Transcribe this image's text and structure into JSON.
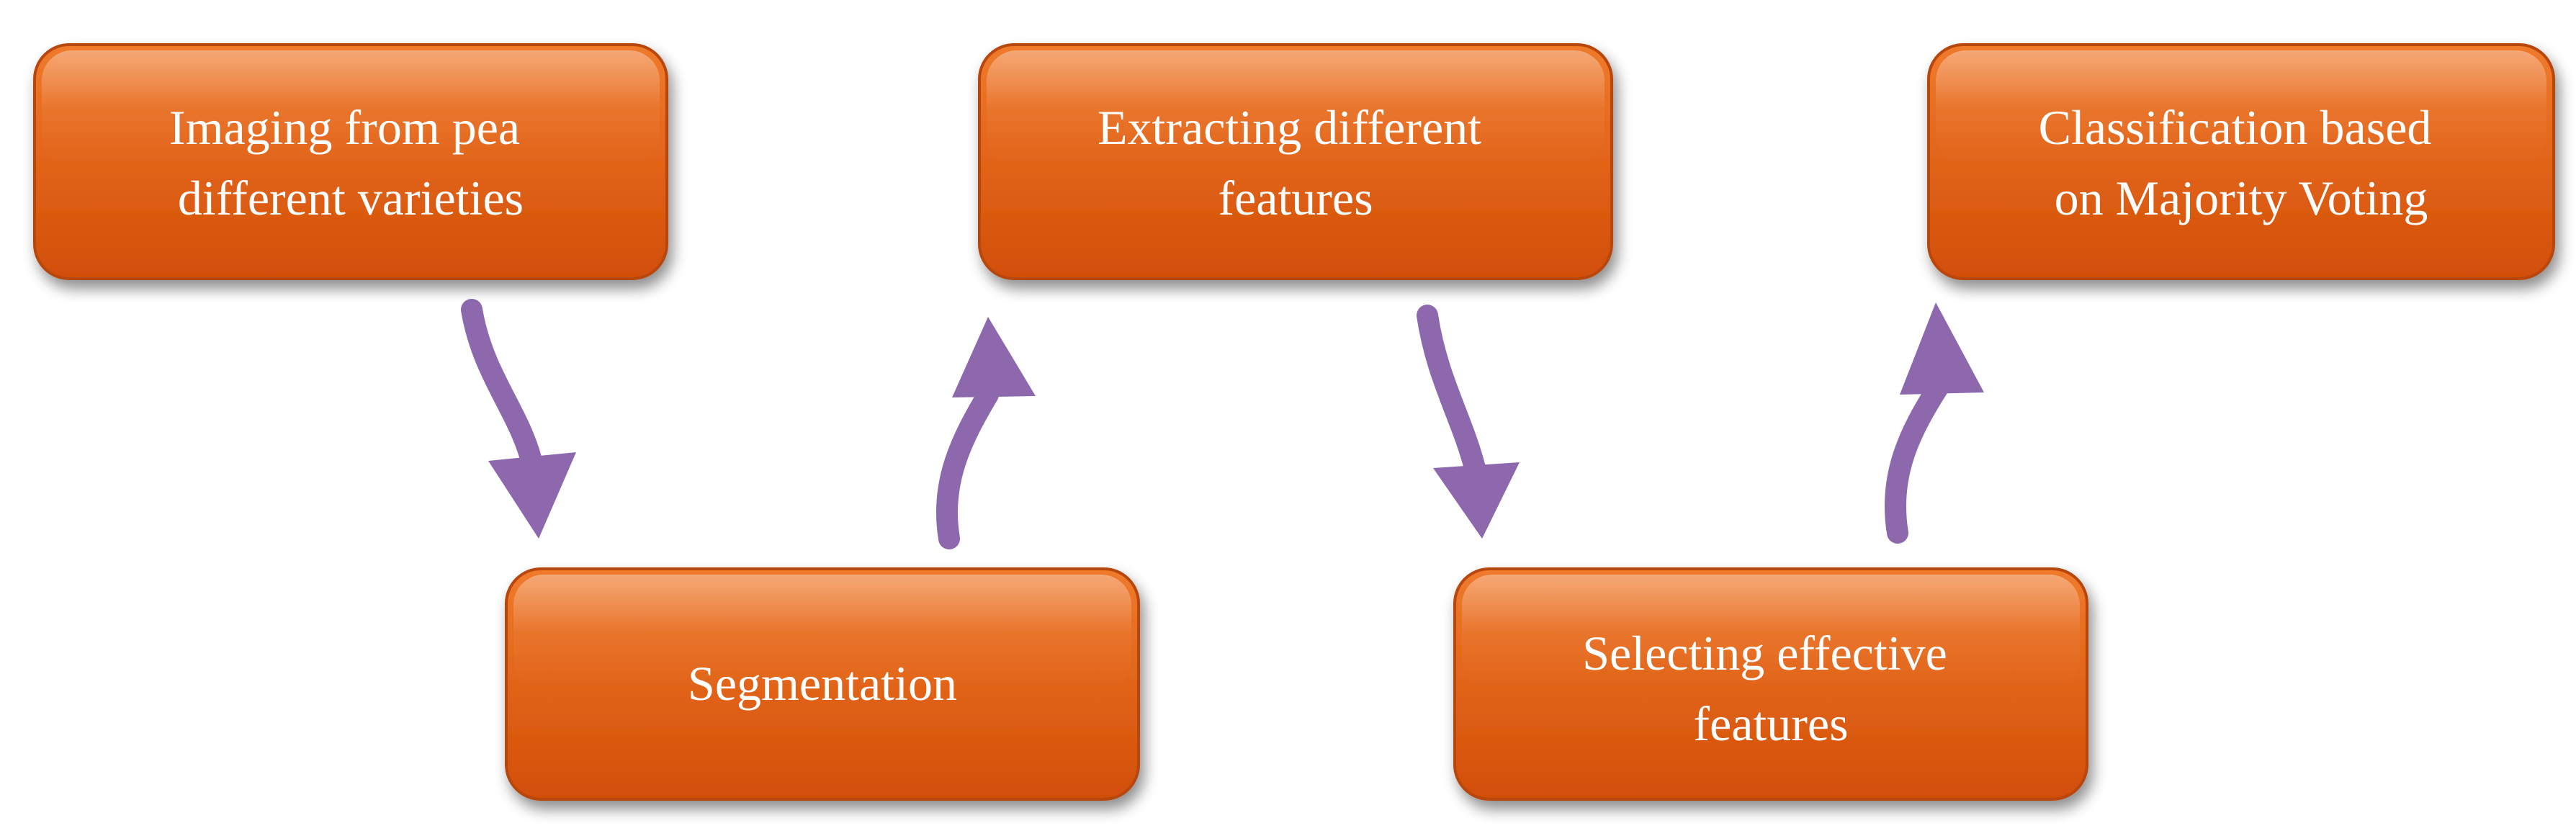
{
  "steps": [
    {
      "id": "imaging",
      "lines": [
        "Imaging from pea",
        "different varieties"
      ]
    },
    {
      "id": "segmentation",
      "lines": [
        "Segmentation"
      ]
    },
    {
      "id": "extracting",
      "lines": [
        "Extracting different",
        "features"
      ]
    },
    {
      "id": "selecting",
      "lines": [
        "Selecting effective",
        "features"
      ]
    },
    {
      "id": "classification",
      "lines": [
        "Classification based",
        "on Majority Voting"
      ]
    }
  ],
  "edges": [
    {
      "from": "imaging",
      "to": "segmentation"
    },
    {
      "from": "segmentation",
      "to": "extracting"
    },
    {
      "from": "extracting",
      "to": "selecting"
    },
    {
      "from": "selecting",
      "to": "classification"
    }
  ],
  "colors": {
    "box_top": "#f07a2c",
    "box_bottom": "#d24e06",
    "box_border": "#b8470a",
    "arrow": "#8d68ad",
    "text": "#ffffff"
  }
}
